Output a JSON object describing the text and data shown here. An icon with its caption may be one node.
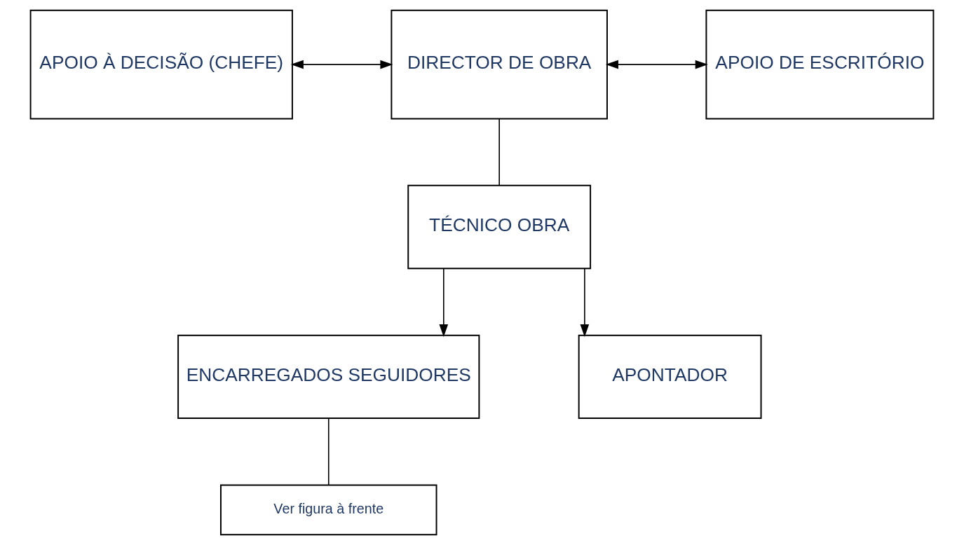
{
  "diagram": {
    "nodes": [
      {
        "text": [
          "APOIO À DECISÃO (CHEFE)"
        ]
      },
      {
        "text": [
          "DIRECTOR DE OBRA"
        ]
      },
      {
        "text": [
          "APOIO DE ESCRITÓRIO"
        ]
      },
      {
        "text": [
          "TÉCNICO OBRA"
        ]
      },
      {
        "text": [
          "ENCARREGADOS SEGUIDORES"
        ]
      },
      {
        "text": [
          "APONTADOR"
        ]
      },
      {
        "text": [
          "Ver figura à frente"
        ]
      }
    ],
    "edges": [
      {
        "from": 0,
        "to": 1,
        "arrow": "both"
      },
      {
        "from": 1,
        "to": 2,
        "arrow": "both"
      },
      {
        "from": 1,
        "to": 3,
        "arrow": "none"
      },
      {
        "from": 3,
        "to": 4,
        "arrow": "to"
      },
      {
        "from": 3,
        "to": 5,
        "arrow": "to"
      },
      {
        "from": 4,
        "to": 6,
        "arrow": "none"
      }
    ]
  }
}
